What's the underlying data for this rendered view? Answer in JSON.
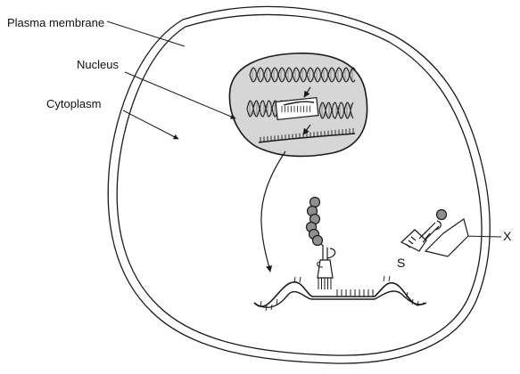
{
  "labels": {
    "plasma_membrane": "Plasma membrane",
    "nucleus": "Nucleus",
    "cytoplasm": "Cytoplasm",
    "x": "X",
    "s": "S"
  },
  "colors": {
    "line": "#1a1a1a",
    "nucleus_fill": "#d6d6d6",
    "bead_fill": "#8f8f8f",
    "background": "#ffffff"
  }
}
